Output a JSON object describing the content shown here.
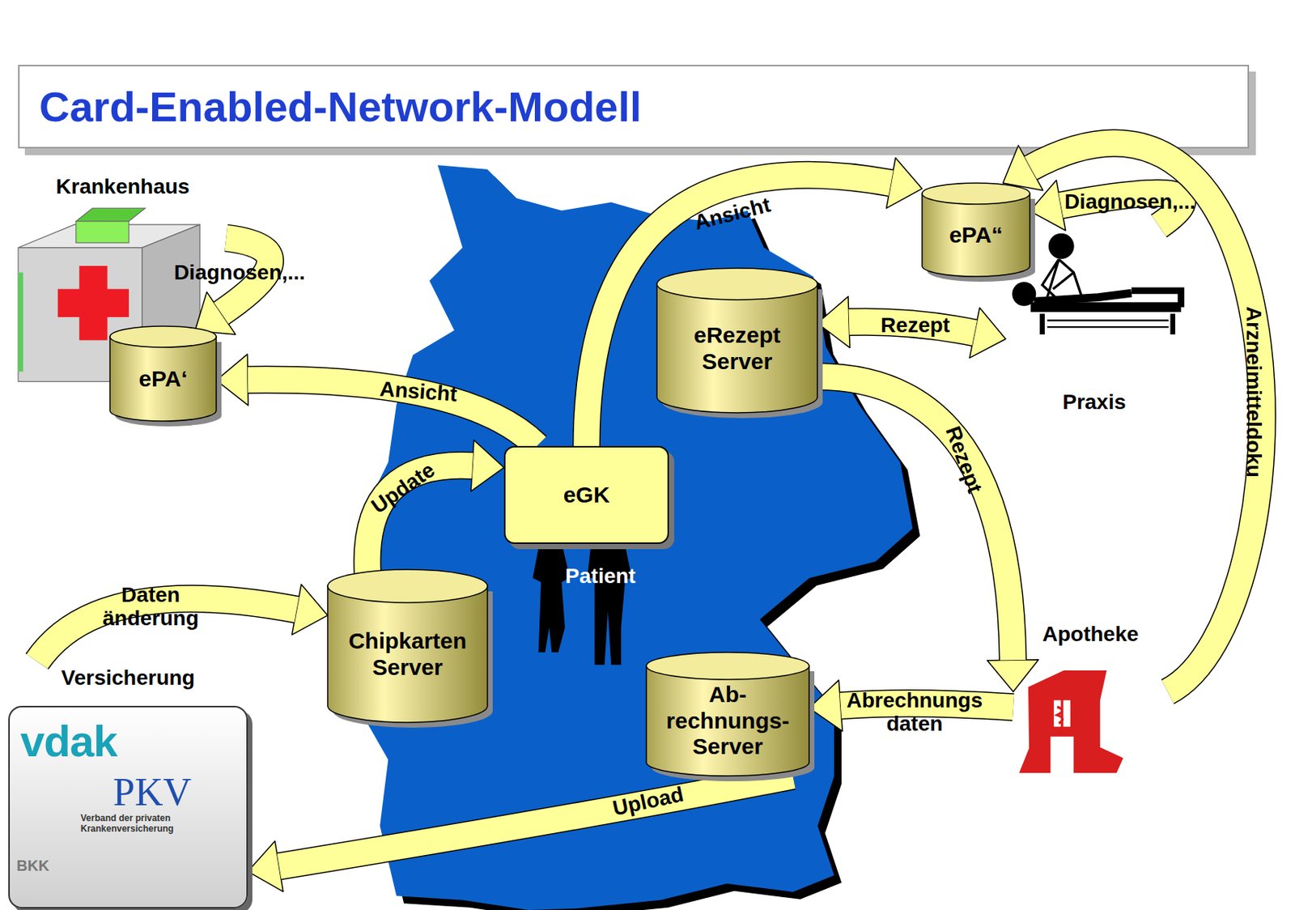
{
  "diagram": {
    "title": "Card-Enabled-Network-Modell",
    "nodes": [
      {
        "text": [
          "Krankenhaus"
        ]
      },
      {
        "text": [
          "ePA‘"
        ]
      },
      {
        "text": [
          "ePA“"
        ]
      },
      {
        "text": [
          "Praxis"
        ]
      },
      {
        "text": [
          "eRezept Server"
        ]
      },
      {
        "text": [
          "eGK"
        ]
      },
      {
        "text": [
          "Chipkarten Server"
        ]
      },
      {
        "text": [
          "Versicherung"
        ]
      },
      {
        "text": [
          "Apotheke"
        ]
      },
      {
        "text": [
          "Ab- rechnungs- Server"
        ]
      }
    ],
    "edges": [
      {
        "from": 0,
        "to": 1,
        "label": "Diagnosen,...",
        "arrow": "to"
      },
      {
        "from": 5,
        "to": 1,
        "label": "Ansicht",
        "arrow": "to"
      },
      {
        "from": 5,
        "to": 2,
        "label": "Ansicht",
        "arrow": "to"
      },
      {
        "from": 3,
        "to": 2,
        "label": "Diagnosen,...",
        "arrow": "to"
      },
      {
        "from": 4,
        "to": 3,
        "label": "Rezept",
        "arrow": "both"
      },
      {
        "from": 4,
        "to": 8,
        "label": "Rezept",
        "arrow": "to"
      },
      {
        "from": 8,
        "to": 2,
        "label": "Arzneimitteldoku",
        "arrow": "to"
      },
      {
        "from": 6,
        "to": 5,
        "label": "Update",
        "arrow": "to"
      },
      {
        "from": 7,
        "to": 6,
        "label": "Daten änderung",
        "arrow": "to"
      },
      {
        "from": 8,
        "to": 9,
        "label": "Abrechnungs daten",
        "arrow": "to"
      },
      {
        "from": 9,
        "to": 7,
        "label": "Upload",
        "arrow": "to"
      }
    ],
    "labels": [
      "Patient",
      "vdak",
      "PKV",
      "Verband der privaten Krankenversicherung",
      "BKK"
    ]
  }
}
